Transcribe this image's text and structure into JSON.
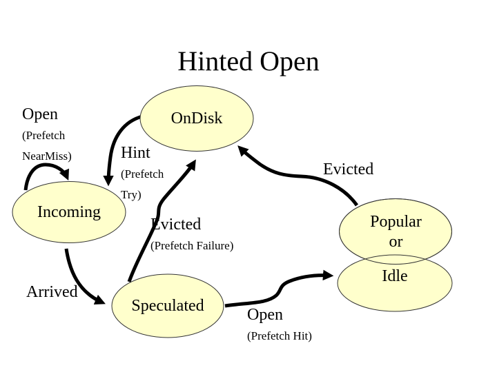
{
  "title": "Hinted Open",
  "colors": {
    "background": "#ffffff",
    "node_fill": "#ffffcc",
    "node_border": "#333333",
    "arrow": "#000000",
    "text": "#000000"
  },
  "nodes": {
    "ondisk": {
      "label": "OnDisk"
    },
    "incoming": {
      "label": "Incoming"
    },
    "speculated": {
      "label": "Speculated"
    },
    "popular_or": {
      "line1": "Popular",
      "line2": "or"
    },
    "idle": {
      "label": "Idle"
    }
  },
  "edges": {
    "open_near_miss": {
      "line1": "Open",
      "line2": "(Prefetch",
      "line3": "NearMiss)"
    },
    "hint_try": {
      "line1": "Hint",
      "line2": "(Prefetch",
      "line3": "Try)"
    },
    "evicted_to_ondisk": {
      "line1": "Evicted"
    },
    "evicted_failure": {
      "line1": "Evicted",
      "line2": "(Prefetch Failure)"
    },
    "arrived": {
      "line1": "Arrived"
    },
    "open_hit": {
      "line1": "Open",
      "line2": "(Prefetch Hit)"
    }
  }
}
